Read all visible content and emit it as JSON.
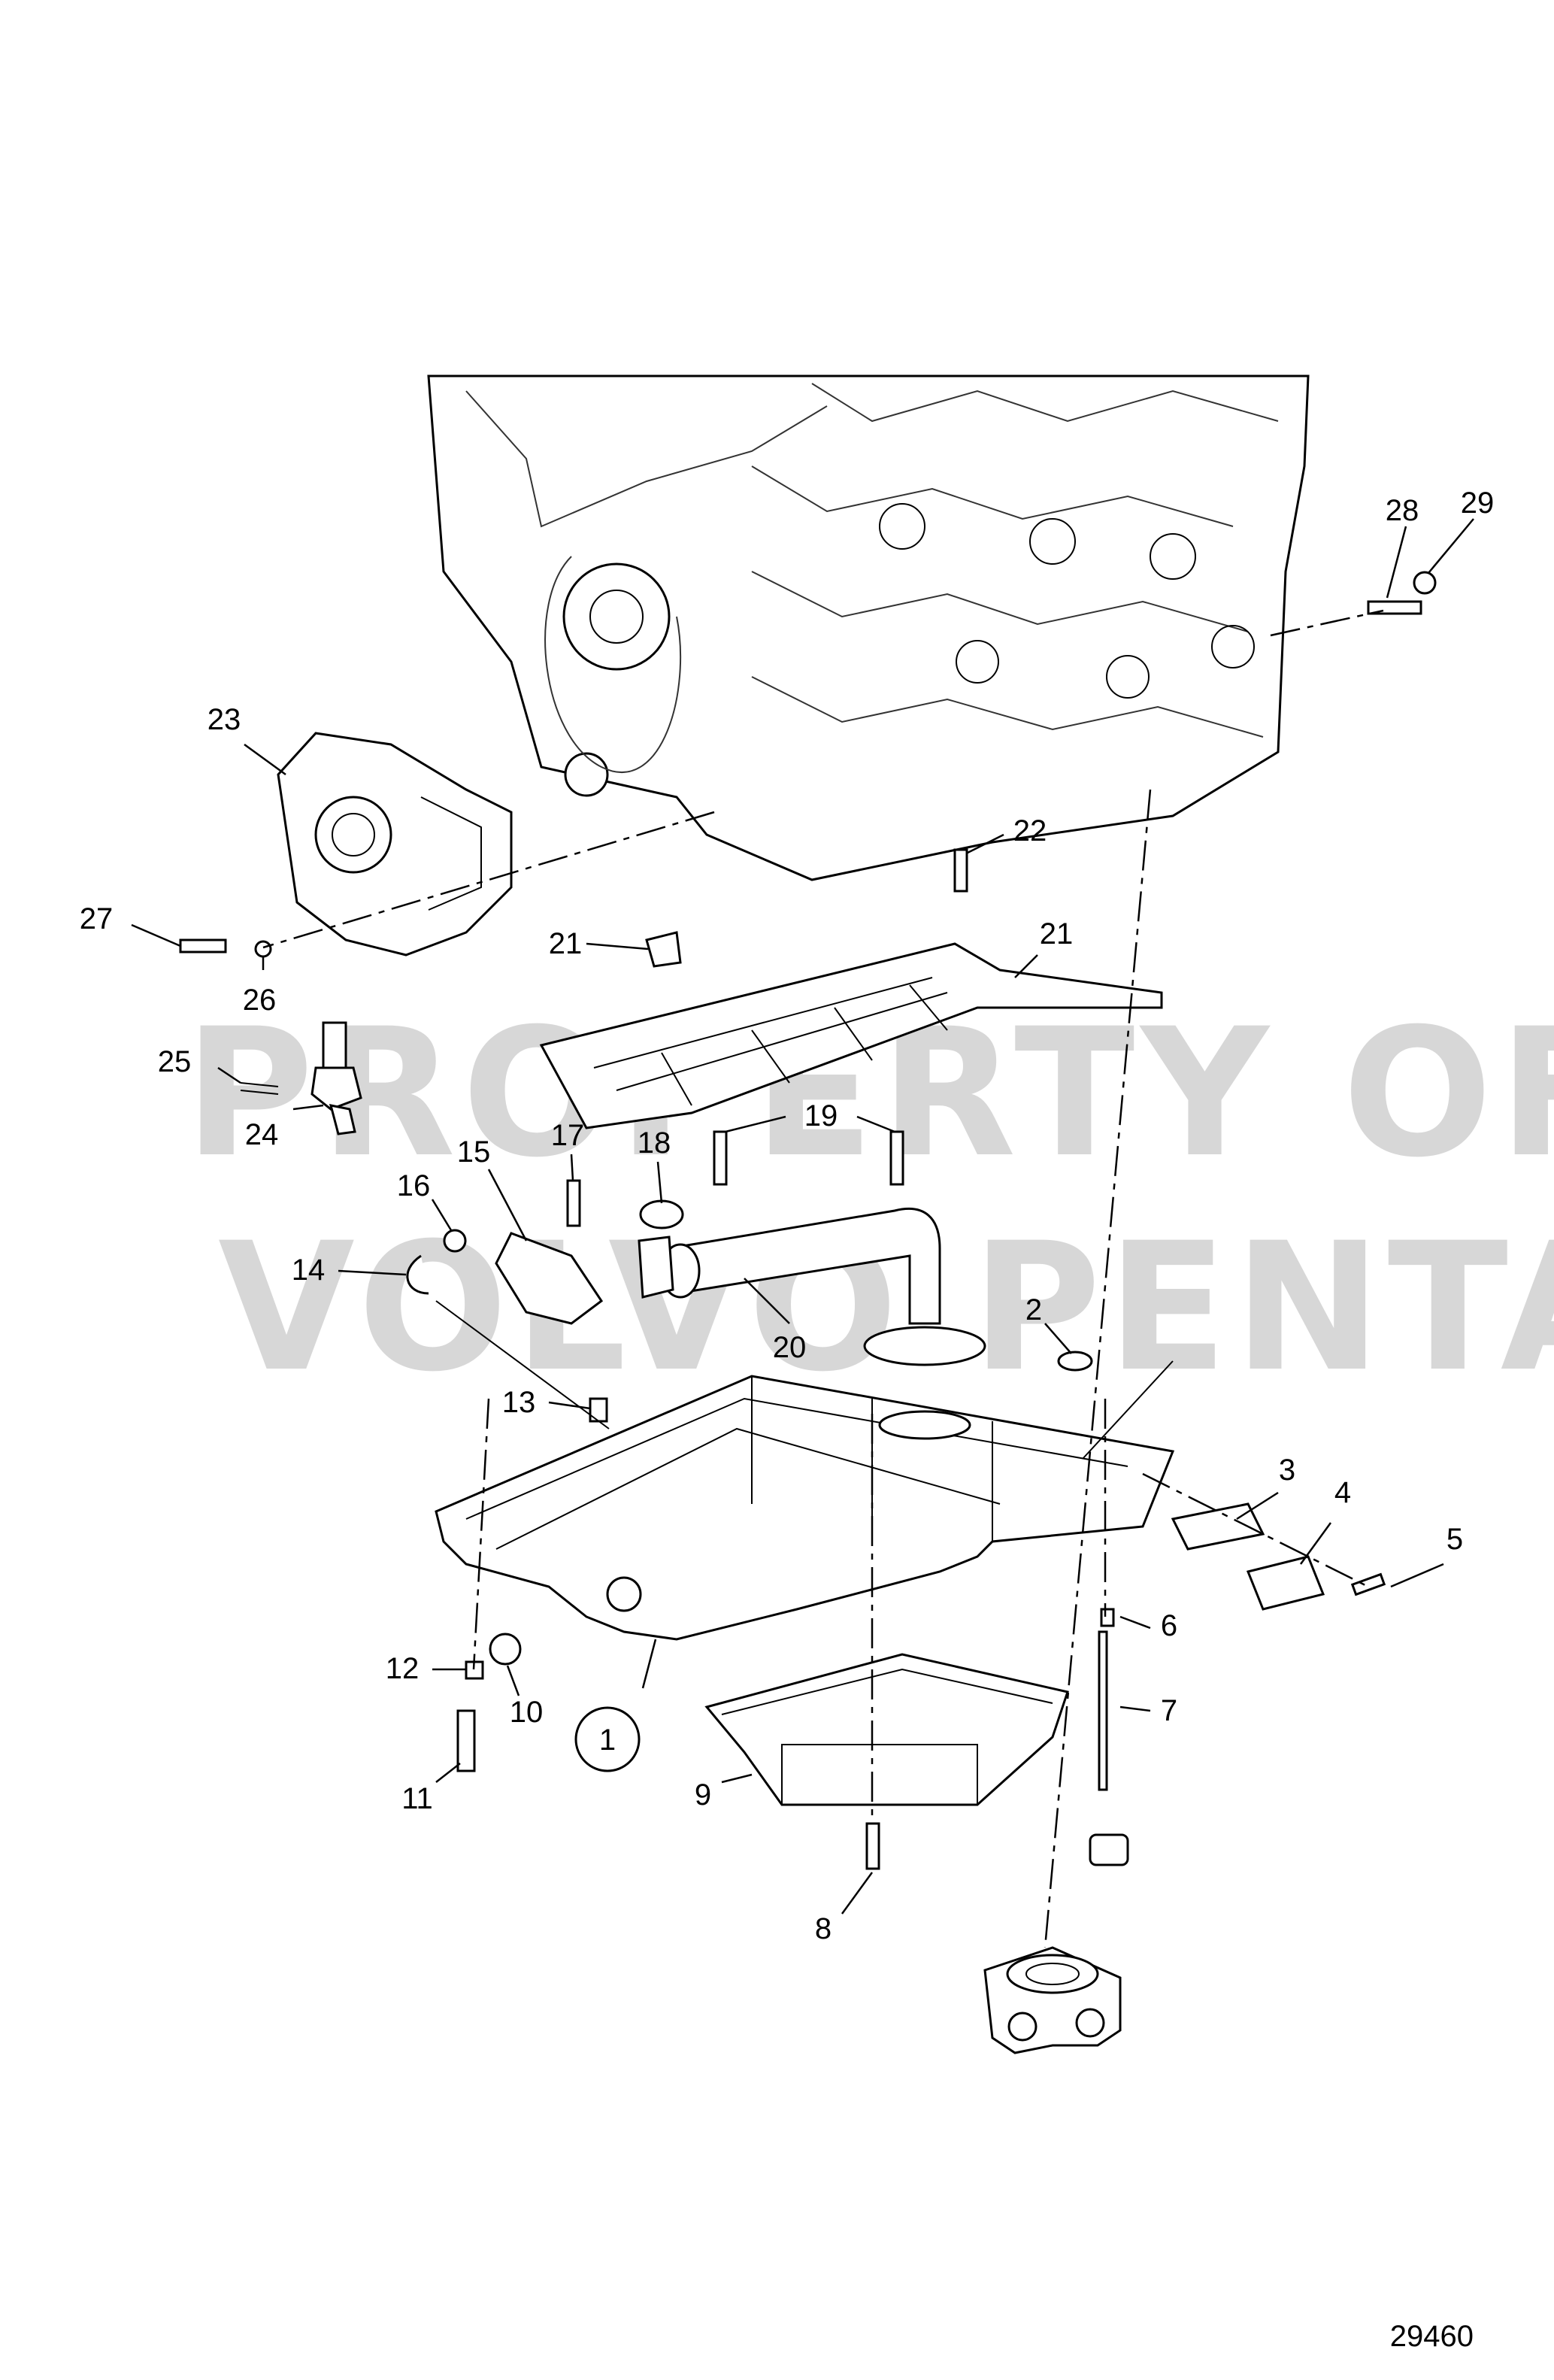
{
  "watermark": {
    "line1": "PROPERTY OF",
    "line2": "VOLVO PENTA"
  },
  "reference_number": "29460",
  "callouts": [
    {
      "id": "c1",
      "text": "1",
      "circled": true
    },
    {
      "id": "c2",
      "text": "2"
    },
    {
      "id": "c3",
      "text": "3"
    },
    {
      "id": "c4",
      "text": "4"
    },
    {
      "id": "c5",
      "text": "5"
    },
    {
      "id": "c6",
      "text": "6"
    },
    {
      "id": "c7",
      "text": "7"
    },
    {
      "id": "c8",
      "text": "8"
    },
    {
      "id": "c9",
      "text": "9"
    },
    {
      "id": "c10",
      "text": "10"
    },
    {
      "id": "c11",
      "text": "11"
    },
    {
      "id": "c12",
      "text": "12"
    },
    {
      "id": "c13",
      "text": "13"
    },
    {
      "id": "c14",
      "text": "14"
    },
    {
      "id": "c15",
      "text": "15"
    },
    {
      "id": "c16",
      "text": "16"
    },
    {
      "id": "c17",
      "text": "17"
    },
    {
      "id": "c18",
      "text": "18"
    },
    {
      "id": "c19",
      "text": "19"
    },
    {
      "id": "c20",
      "text": "20"
    },
    {
      "id": "c21a",
      "text": "21"
    },
    {
      "id": "c21b",
      "text": "21"
    },
    {
      "id": "c22",
      "text": "22"
    },
    {
      "id": "c23",
      "text": "23"
    },
    {
      "id": "c24",
      "text": "24"
    },
    {
      "id": "c25",
      "text": "25"
    },
    {
      "id": "c26",
      "text": "26"
    },
    {
      "id": "c27",
      "text": "27"
    },
    {
      "id": "c28",
      "text": "28"
    },
    {
      "id": "c29",
      "text": "29"
    }
  ]
}
